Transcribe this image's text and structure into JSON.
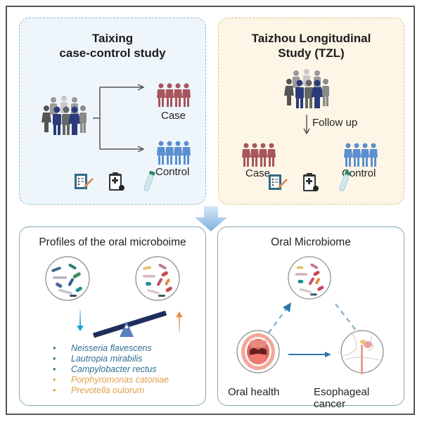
{
  "top_left": {
    "title_line1": "Taixing",
    "title_line2": "case-control study",
    "case_label": "Case",
    "control_label": "Control",
    "icons": [
      "questionnaire-icon",
      "medical-record-icon",
      "sample-tube-icon"
    ]
  },
  "top_right": {
    "title_line1": "Taizhou Longitudinal",
    "title_line2": "Study (TZL)",
    "follow_up_label": "Follow up",
    "case_label": "Case",
    "control_label": "Control",
    "icons": [
      "questionnaire-icon",
      "medical-record-icon",
      "sample-tube-icon"
    ]
  },
  "bottom_left": {
    "title": "Profiles of the oral microboime",
    "species": [
      {
        "name": "Neisseria flavescens",
        "direction": "decreased",
        "color": "#2e6f93"
      },
      {
        "name": "Lautropia mirabilis",
        "direction": "decreased",
        "color": "#2e6f93"
      },
      {
        "name": "Campylobacter rectus",
        "direction": "decreased",
        "color": "#2e6f93"
      },
      {
        "name": "Porphyromonas catoniae",
        "direction": "increased",
        "color": "#e0a04a"
      },
      {
        "name": "Prevotella oulorum",
        "direction": "increased",
        "color": "#e0a04a"
      }
    ]
  },
  "bottom_right": {
    "title": "Oral Microbiome",
    "oral_health_label": "Oral health",
    "esophageal_cancer_label": "Esophageal cancer"
  },
  "colors": {
    "case": "#a8555e",
    "control": "#5b8fd0",
    "down_arrow": "#1ea0d8",
    "up_arrow": "#e8924a",
    "seesaw": "#1f2d5c",
    "flow_arrow": "#2a7ab0"
  }
}
